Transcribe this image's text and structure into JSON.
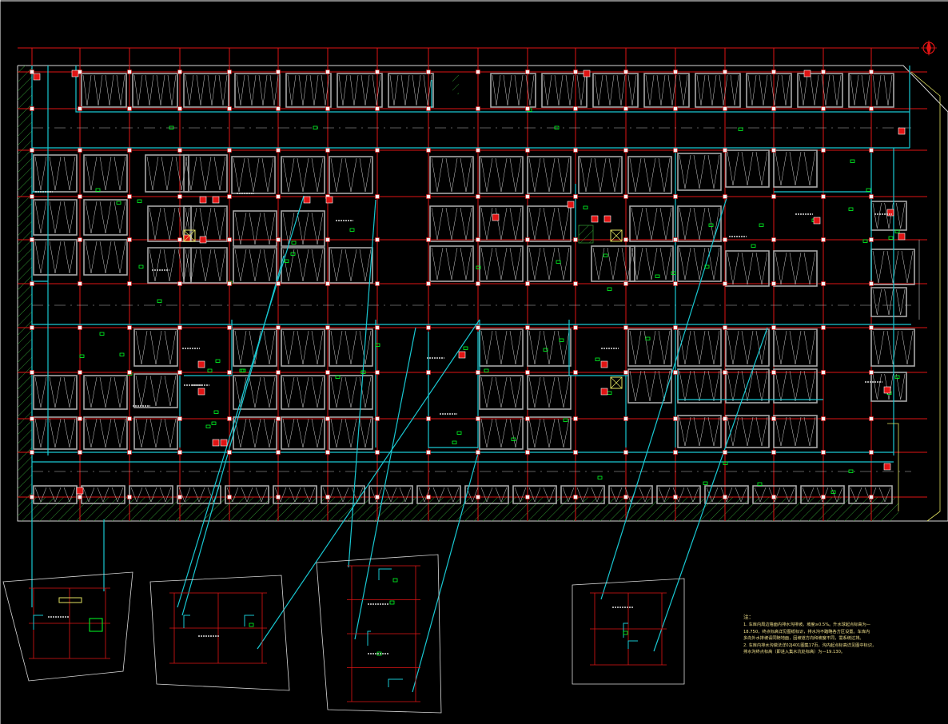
{
  "drawing": {
    "type": "underground garage drainage plan",
    "colors": {
      "background": "#000000",
      "grid": "#e01414",
      "pipe": "#19c8d2",
      "parking": "#a8a8a8",
      "equipment": "#dfe060",
      "hatch": "#2f8f2f",
      "drain_marker": "#00ff24",
      "text": "#e8e8e8",
      "notes": "#f0e08c",
      "border": "#ffffff"
    },
    "icons": [
      "compass-icon",
      "drain-pit-icon",
      "sump-icon",
      "elevator-icon"
    ]
  },
  "notes": {
    "title": "注：",
    "lines": [
      "1. 车库内周边墙面内排水沟排坡。坡度≥0.5%。升水球起点标高为—",
      "18.750，终点标高详见图纸标识，排水沟不踏略各方区设置。车库内",
      "多向外水排坡请同随地面，因坡道方向和坡度不同，需系统过排。",
      "2. 车库内排水沟做法详02J401图集17页，沟内起点标高详见图中标识，",
      "排水沟终点标高（即进入集水坑处标高）为—19.130。"
    ]
  }
}
